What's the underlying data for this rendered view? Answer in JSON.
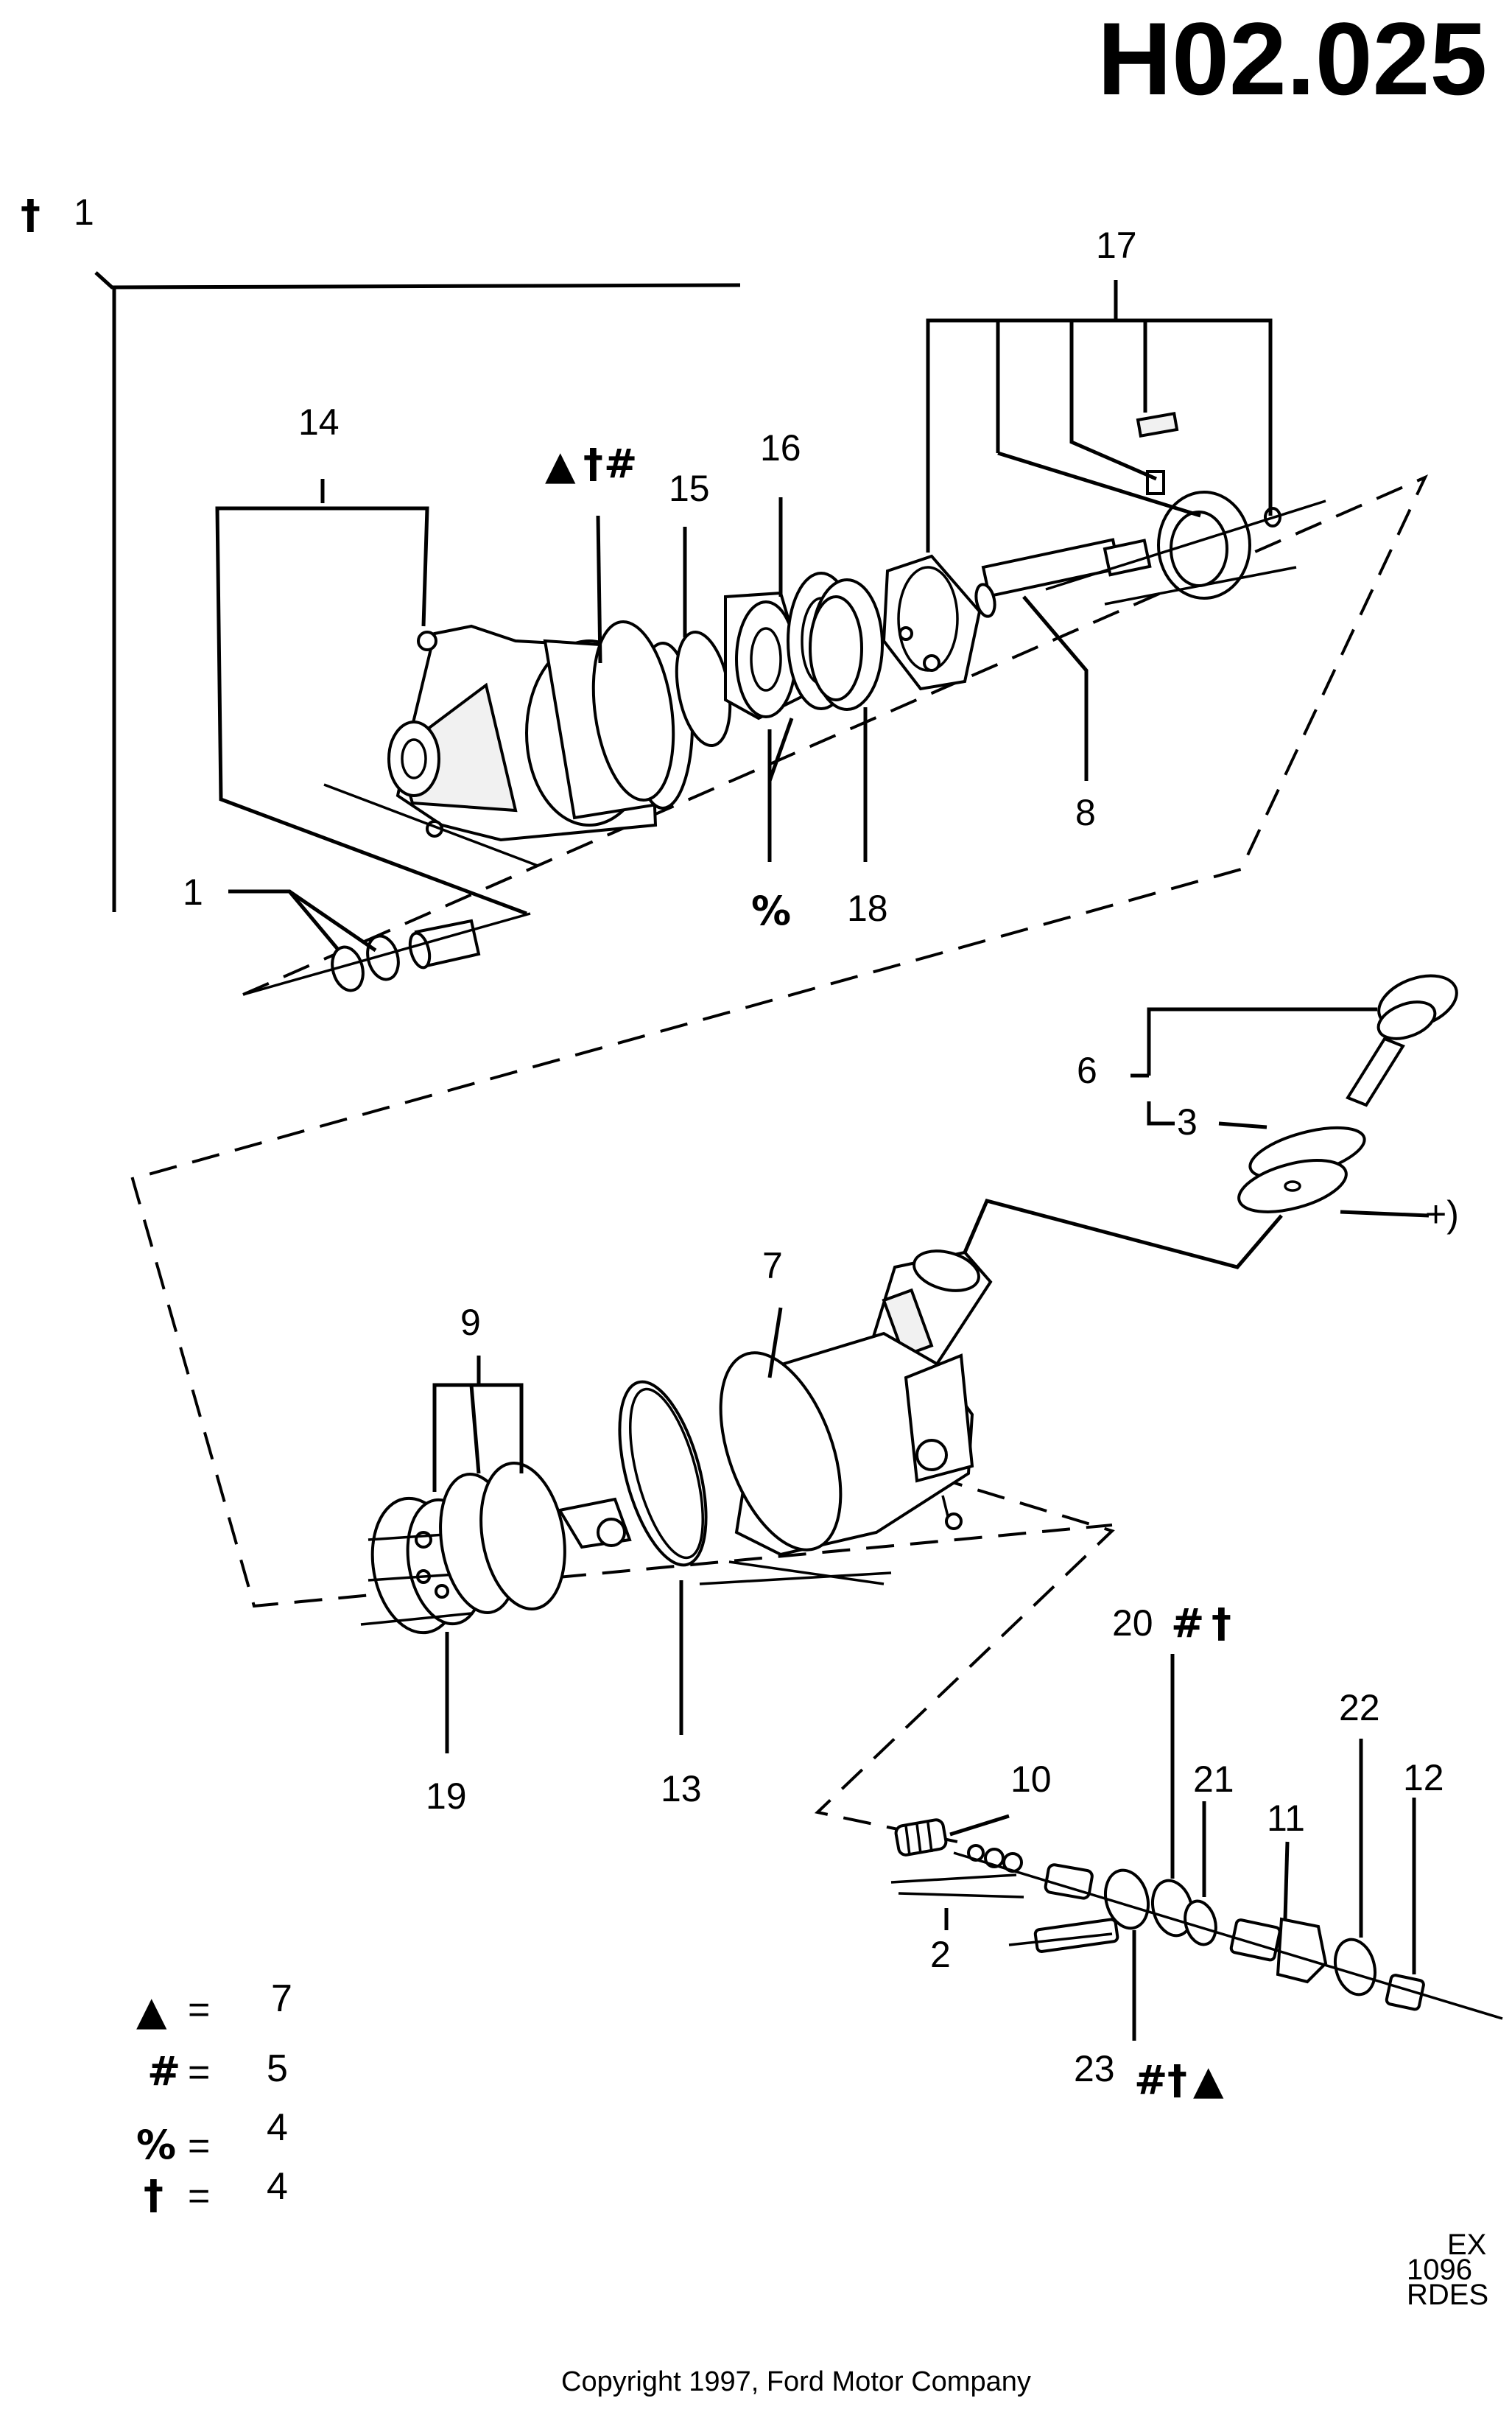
{
  "header": {
    "page_code": "H02.025"
  },
  "ref_marker": {
    "symbol": "†",
    "number": "1"
  },
  "callouts": {
    "c1": "1",
    "c2": "2",
    "c3": "3",
    "c6": "6",
    "c7": "7",
    "c8": "8",
    "c9": "9",
    "c10": "10",
    "c11": "11",
    "c12": "12",
    "c13": "13",
    "c14": "14",
    "c15": "15",
    "c16": "16",
    "c17": "17",
    "c18": "18",
    "c19": "19",
    "c20": "20",
    "c21": "21",
    "c22": "22",
    "c23": "23",
    "pct": "%",
    "plus_paren": "+)"
  },
  "symbols": {
    "triangle": "▲",
    "hash": "#",
    "dagger": "†",
    "percent": "%"
  },
  "legend": [
    {
      "symbol": "▲",
      "eq": "=",
      "value": "7"
    },
    {
      "symbol": "#",
      "eq": "=",
      "value": "5"
    },
    {
      "symbol": "%",
      "eq": "=",
      "value": "4"
    },
    {
      "symbol": "†",
      "eq": "=",
      "value": "4"
    }
  ],
  "stamp": {
    "line1": "EX",
    "line2": "1096",
    "line3": "RDES"
  },
  "footer": {
    "copyright": "Copyright 1997, Ford Motor Company"
  }
}
